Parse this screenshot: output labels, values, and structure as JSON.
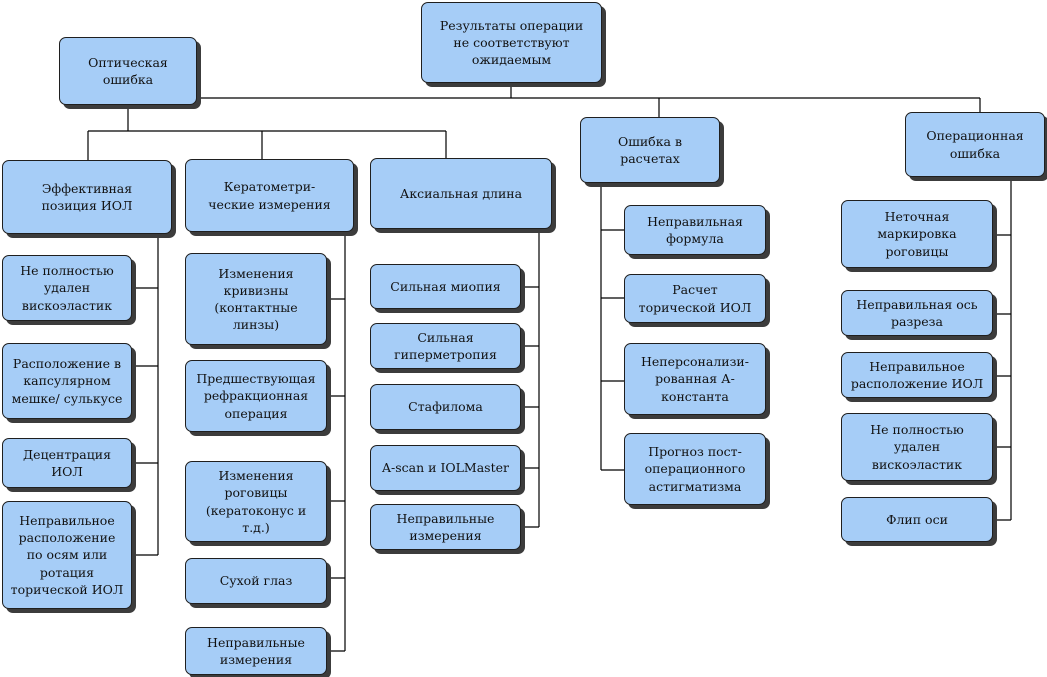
{
  "diagram": {
    "root": "Результаты операции\nне соответствуют\nожидаемым",
    "optical_error": "Оптическая\nошибка",
    "effective_position": "Эффективная\nпозиция ИОЛ",
    "viscoelastic": "Не полностью\nудален\nвискоэластик",
    "capsular_position": "Расположение в\nкапсулярном\nмешке/ сулькусе",
    "decentration": "Децентрация\nИОЛ",
    "axis_rotation": "Неправильное\nрасположение\nпо осям или\nротация\nторической ИОЛ",
    "keratometry": "Кератометри-\nческие измерения",
    "curvature_changes": "Изменения\nкривизны\n(контактные\nлинзы)",
    "prior_refractive": "Предшествующая\nрефракционная\nоперация",
    "cornea_changes": "Изменения\nроговицы\n(кератоконус и\nт.д.)",
    "dry_eye": "Сухой глаз",
    "kerato_wrong_meas": "Неправильные\nизмерения",
    "axial_length": "Аксиальная длина",
    "high_myopia": "Сильная миопия",
    "high_hyperopia": "Сильная\nгиперметропия",
    "staphyloma": "Стафилома",
    "ascan": "A-scan и IOLMaster",
    "axial_wrong_meas": "Неправильные\nизмерения",
    "calc_error": "Ошибка в\nрасчетах",
    "wrong_formula": "Неправильная\nформула",
    "toric_calc": "Расчет\nторической ИОЛ",
    "a_constant": "Неперсонализи-\nрованная А-\nконстанта",
    "astig_forecast": "Прогноз пост-\nоперационного\nастигматизма",
    "surgical_error": "Операционная\nошибка",
    "cornea_marking": "Неточная\nмаркировка\nроговицы",
    "wrong_axis": "Неправильная ось\nразреза",
    "iol_placement": "Неправильное\nрасположение ИОЛ",
    "viscoelastic2": "Не полностью\nудален\nвискоэластик",
    "axis_flip": "Флип оси"
  }
}
